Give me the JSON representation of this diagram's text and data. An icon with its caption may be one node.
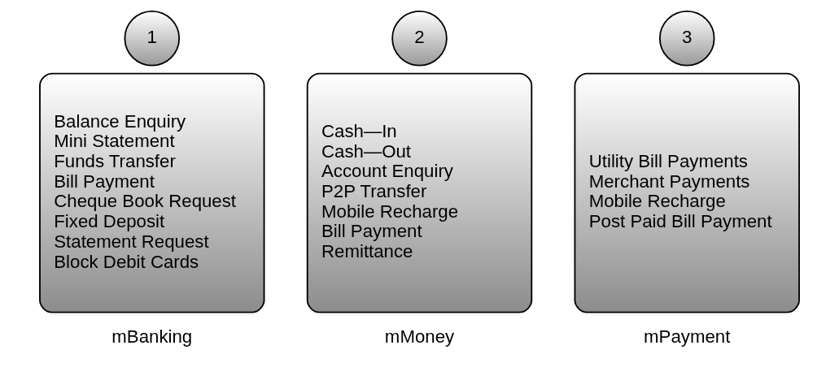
{
  "diagram": {
    "nodes": [
      {
        "text": [
          "1"
        ]
      },
      {
        "text": [
          "Balance Enquiry",
          "Mini Statement",
          "Funds Transfer",
          "Bill Payment",
          "Cheque Book Request",
          "Fixed Deposit",
          "Statement Request",
          "Block Debit Cards"
        ],
        "beside": [
          "mBanking"
        ]
      },
      {
        "text": [
          "2"
        ]
      },
      {
        "text": [
          "Cash—In",
          "Cash—Out",
          "Account Enquiry",
          "P2P Transfer",
          "Mobile Recharge",
          "Bill Payment",
          "Remittance"
        ],
        "beside": [
          "mMoney"
        ]
      },
      {
        "text": [
          "3"
        ]
      },
      {
        "text": [
          "Utility Bill Payments",
          "Merchant Payments",
          "Mobile Recharge",
          "Post Paid Bill Payment"
        ],
        "beside": [
          "mPayment"
        ]
      }
    ],
    "edges": []
  }
}
